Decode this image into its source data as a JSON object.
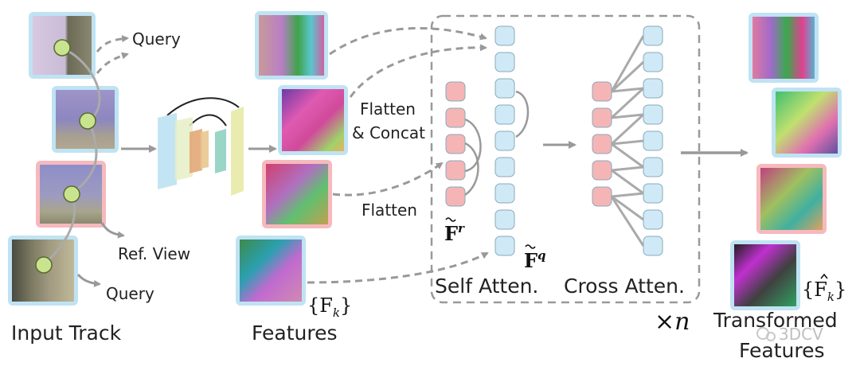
{
  "labels": {
    "query_top": "Query",
    "query_bottom": "Query",
    "ref_view": "Ref. View",
    "input_track": "Input Track",
    "features": "Features",
    "flatten_concat_1": "Flatten",
    "flatten_concat_2": "& Concat",
    "flatten": "Flatten",
    "self_atten": "Self Atten.",
    "cross_atten": "Cross Atten.",
    "transformed_1": "Transformed",
    "transformed_2": "Features"
  },
  "math": {
    "features_set": "{F",
    "features_set_sub": "k",
    "features_close": "}",
    "fr": "F",
    "fr_sup": "r",
    "fq": "F",
    "fq_sup": "q",
    "times_n": "×n",
    "transformed_set": "{F",
    "transformed_sub": "k",
    "transformed_close": "}"
  },
  "watermark": "3DCV",
  "colors": {
    "query_frame": "#bfe3f3",
    "ref_frame": "#f6b9bd",
    "query_token": "#cfe9f6",
    "ref_token": "#f6b5b5",
    "arrow": "#9a9a9a",
    "point": "#c9e48f"
  }
}
